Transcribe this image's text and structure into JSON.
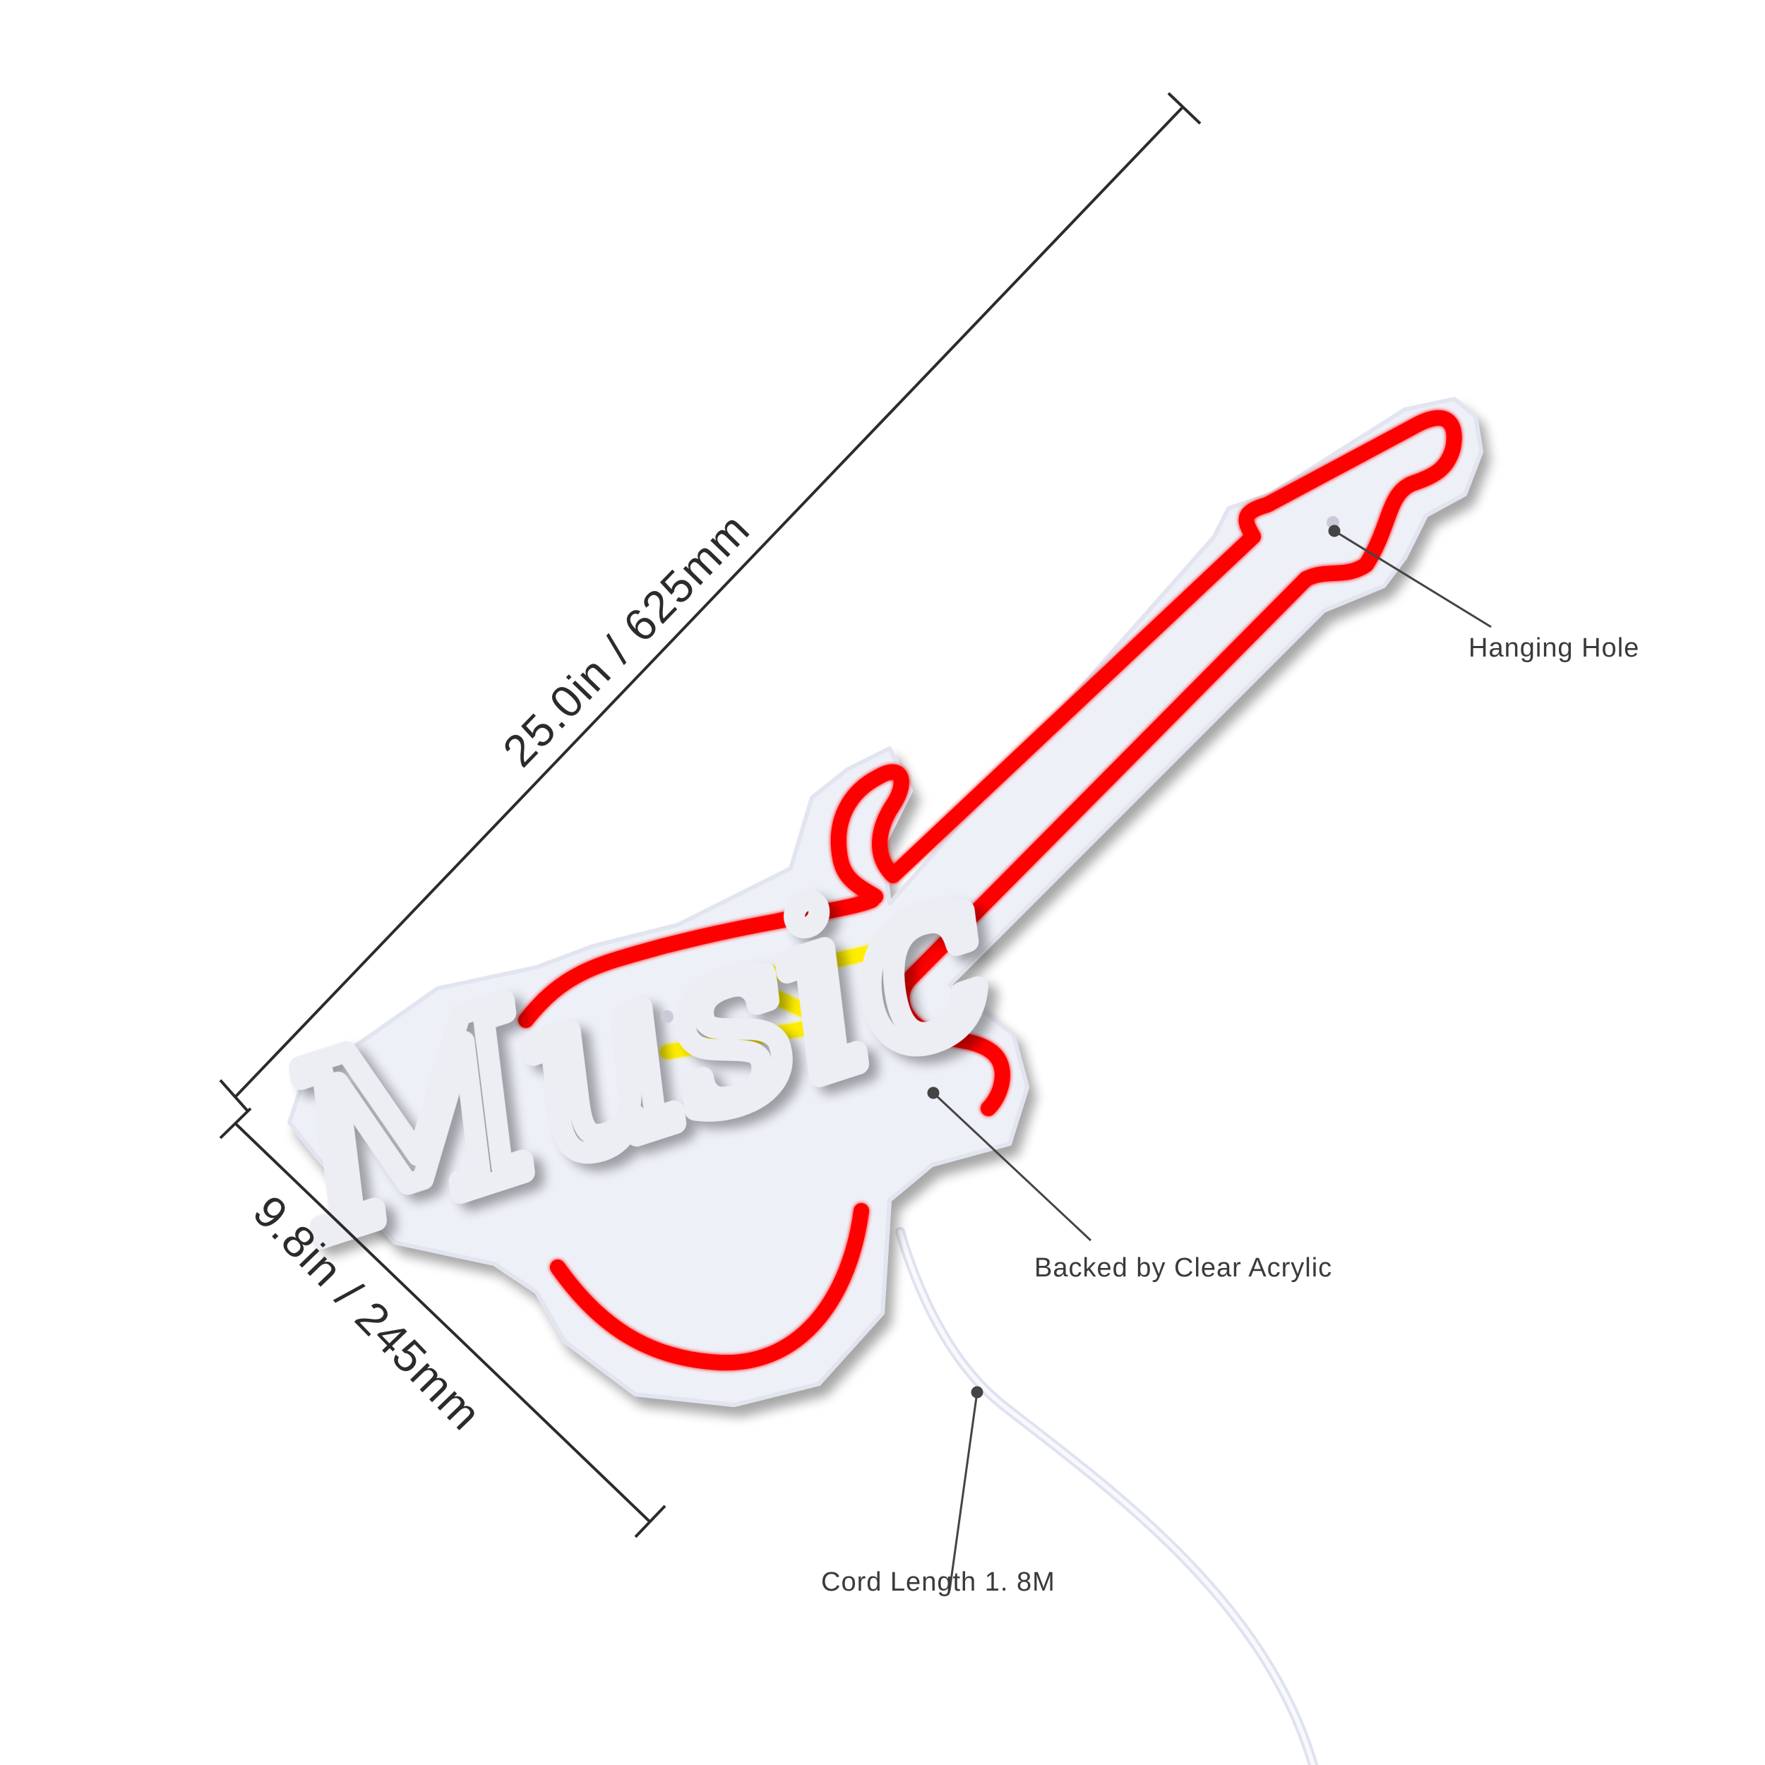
{
  "sign": {
    "text": "Music",
    "neon_colors": {
      "guitar_outline": "#ff0000",
      "lightning_bolt": "#ffee00",
      "script_text": "#eceef4",
      "acrylic_backing": "#eef0f8"
    },
    "icons": [
      "guitar-outline-icon",
      "lightning-bolt-icon",
      "hanging-hole-icon",
      "power-cord-icon"
    ]
  },
  "dimensions": {
    "length_label": "25.0in / 625mm",
    "width_label": "9.8in / 245mm"
  },
  "callouts": {
    "hanging_hole": "Hanging Hole",
    "backing": "Backed by Clear Acrylic",
    "cord": "Cord Length 1. 8M"
  }
}
